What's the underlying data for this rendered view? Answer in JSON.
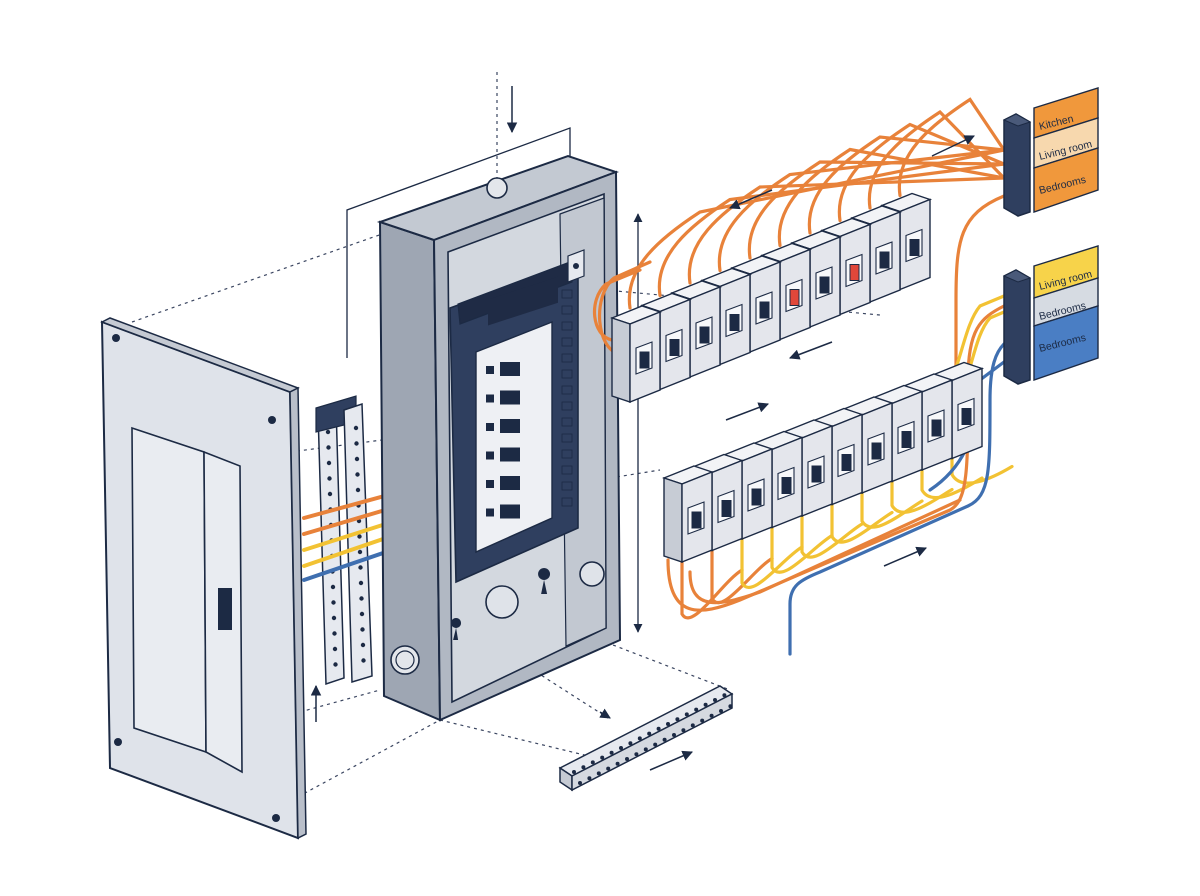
{
  "labels": {
    "top_group": [
      "Kitchen",
      "Living room",
      "Bedrooms"
    ],
    "bottom_group": [
      "Living room",
      "Bedrooms",
      "Bedrooms"
    ]
  },
  "colors": {
    "outline": "#1c2a44",
    "panel_cover": "#e6e9f0",
    "enclosure_outer": "#aab1bd",
    "enclosure_inner": "#cfd4dc",
    "deadfront": "#2f3f5f",
    "busbar": "#f2f3f6",
    "breaker_body": "#e4e6ec",
    "breaker_toggle": "#1c2a44",
    "breaker_tripped": "#e0473a",
    "wire_orange": "#e8823a",
    "wire_yellow": "#f2c233",
    "wire_blue": "#3f6fb0",
    "label_orange": "#f0983c",
    "label_peach": "#f7d8ae",
    "label_yellow": "#f7d34a",
    "label_grey": "#d6dbe2",
    "label_blue": "#4a7ec4",
    "leader_line": "#3a4560"
  },
  "icons": [
    "cover-screw-icon",
    "knockout-icon",
    "arrow-icon",
    "breaker-toggle-icon"
  ]
}
